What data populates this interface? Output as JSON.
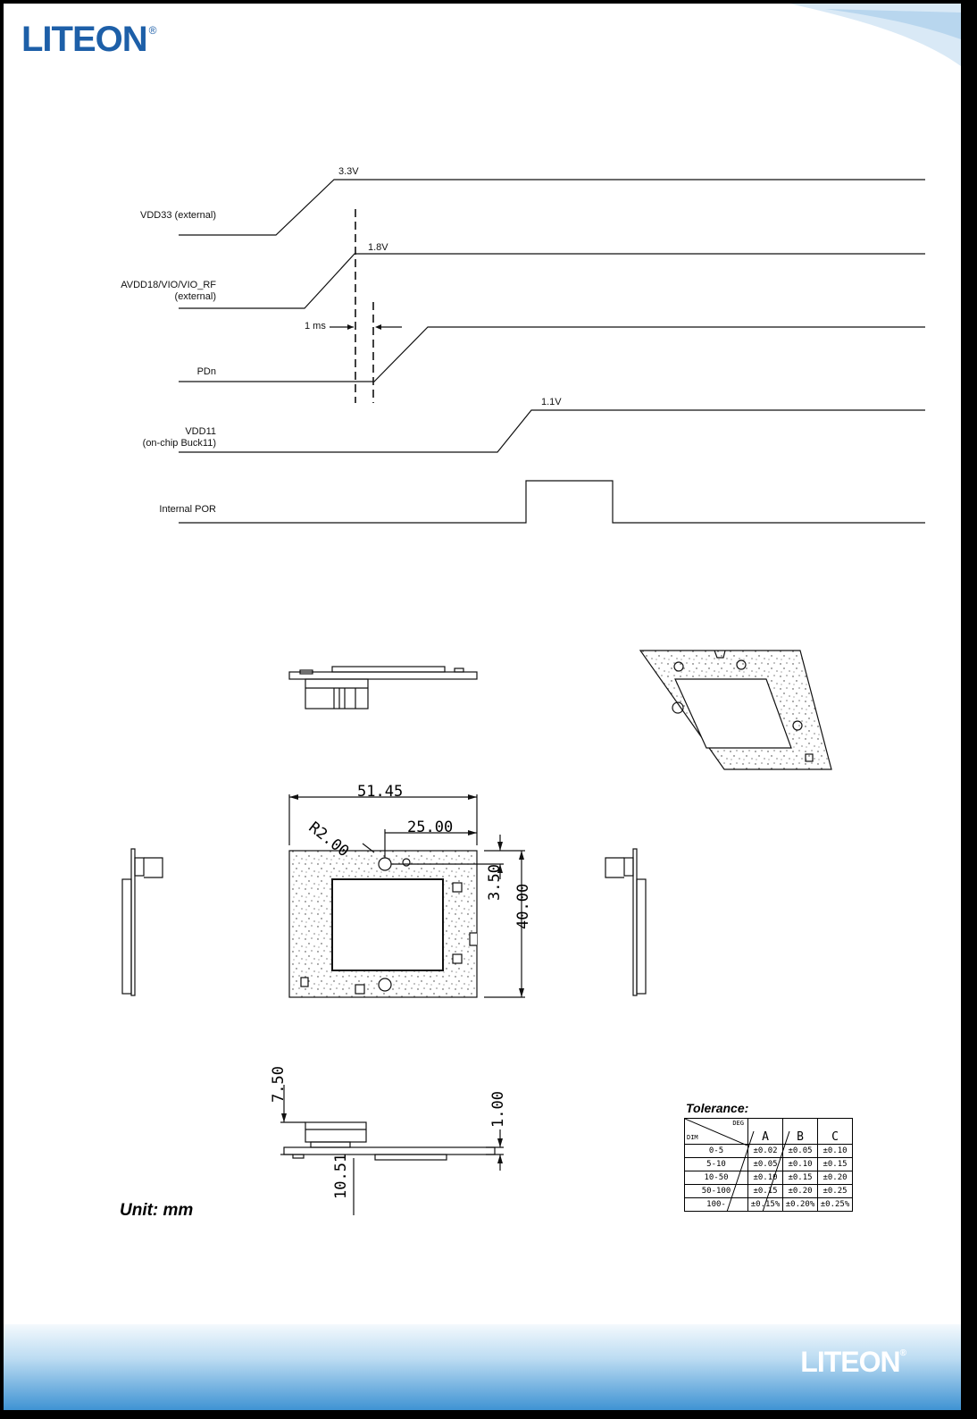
{
  "logo_text": "LITEON",
  "logo_mark": "®",
  "timing_diagram": {
    "signals": [
      {
        "name": "VDD33 (external)",
        "level": "3.3V"
      },
      {
        "name_line1": "AVDD18/VIO/VIO_RF",
        "name_line2": "(external)",
        "level": "1.8V"
      },
      {
        "name": "PDn"
      },
      {
        "name_line1": "VDD11",
        "name_line2": "(on-chip Buck11)",
        "level": "1.1V"
      },
      {
        "name": "Internal POR"
      }
    ],
    "delay_label": "1 ms"
  },
  "dimensions": {
    "width": "51.45",
    "radius": "R2.00",
    "hole_offset": "25.00",
    "hole_vertical": "3.50",
    "height": "40.00",
    "total_thickness": "7.50",
    "board_thickness": "1.00",
    "connector_height": "10.51"
  },
  "unit_label": "Unit: mm",
  "tolerance": {
    "title": "Tolerance:",
    "corner_deg": "DEG",
    "corner_dim": "DIM",
    "columns": [
      "A",
      "B",
      "C"
    ],
    "rows": [
      {
        "dim": "0-5",
        "values": [
          "±0.02",
          "±0.05",
          "±0.10"
        ]
      },
      {
        "dim": "5-10",
        "values": [
          "±0.05",
          "±0.10",
          "±0.15"
        ]
      },
      {
        "dim": "10-50",
        "values": [
          "±0.10",
          "±0.15",
          "±0.20"
        ]
      },
      {
        "dim": "50-100",
        "values": [
          "±0.15",
          "±0.20",
          "±0.25"
        ]
      },
      {
        "dim": "100-",
        "values": [
          "±0.15%",
          "±0.20%",
          "±0.25%"
        ]
      }
    ]
  }
}
